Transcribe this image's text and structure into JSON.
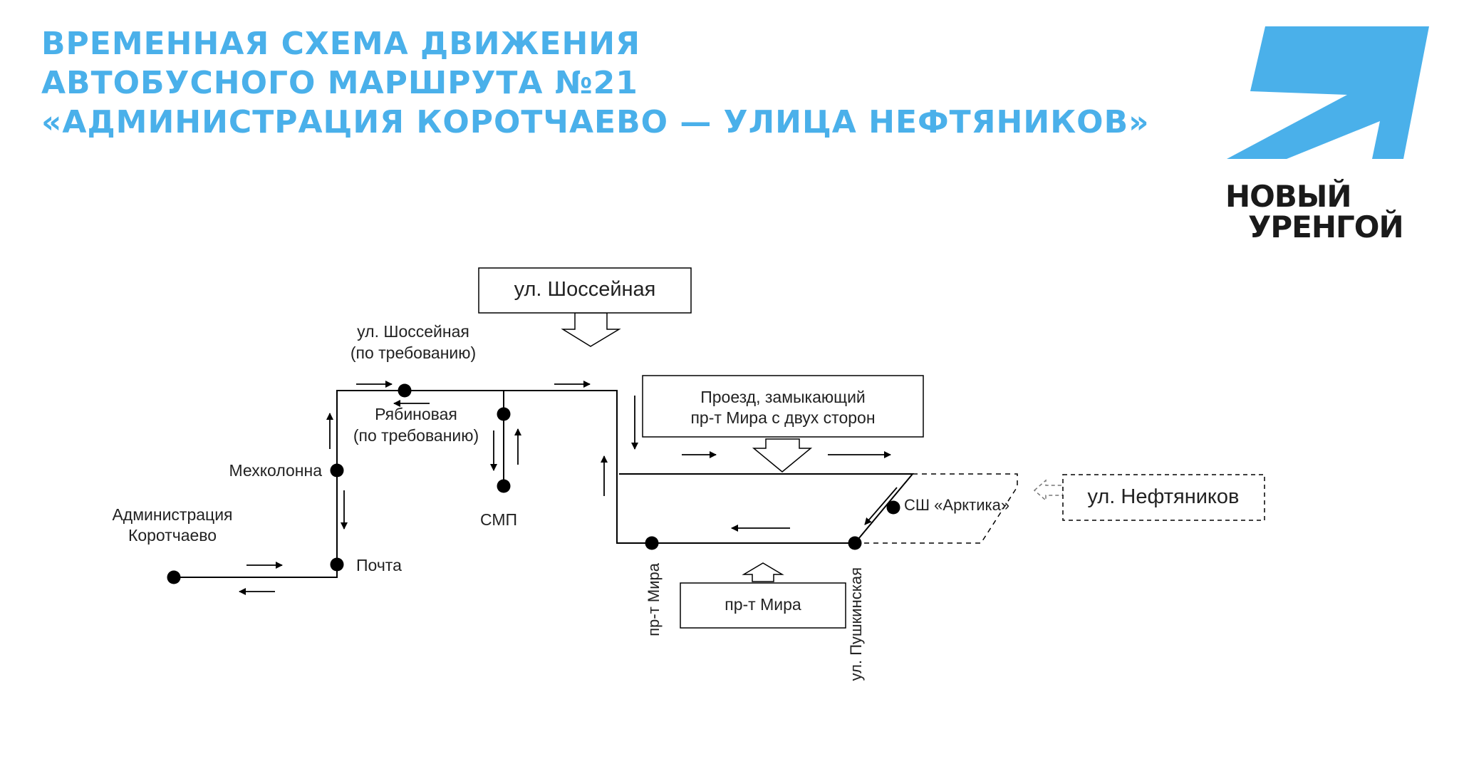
{
  "title": {
    "line1": "ВРЕМЕННАЯ СХЕМА ДВИЖЕНИЯ",
    "line2": "АВТОБУСНОГО МАРШРУТА №21",
    "line3": "«АДМИНИСТРАЦИЯ КОРОТЧАЕВО — УЛИЦА НЕФТЯНИКОВ»"
  },
  "logo": {
    "line1": "НОВЫЙ",
    "line2": "УРЕНГОЙ",
    "color": "#4ab0ea"
  },
  "diagram": {
    "boxes": {
      "shosseynaya": "ул. Шоссейная",
      "proezd_line1": "Проезд, замыкающий",
      "proezd_line2": "пр-т Мира с двух сторон",
      "neftyanikov": "ул. Нефтяников",
      "mira": "пр-т Мира"
    },
    "stops": {
      "admin_line1": "Администрация",
      "admin_line2": "Коротчаево",
      "mekhkolonna": "Мехколонна",
      "pochta": "Почта",
      "shoss_line1": "ул. Шоссейная",
      "shoss_line2": "(по требованию)",
      "ryabin_line1": "Рябиновая",
      "ryabin_line2": "(по требованию)",
      "smp": "СМП",
      "arktika": "СШ «Арктика»",
      "mira_stop": "пр-т Мира",
      "pushkinskaya": "ул. Пушкинская"
    }
  }
}
